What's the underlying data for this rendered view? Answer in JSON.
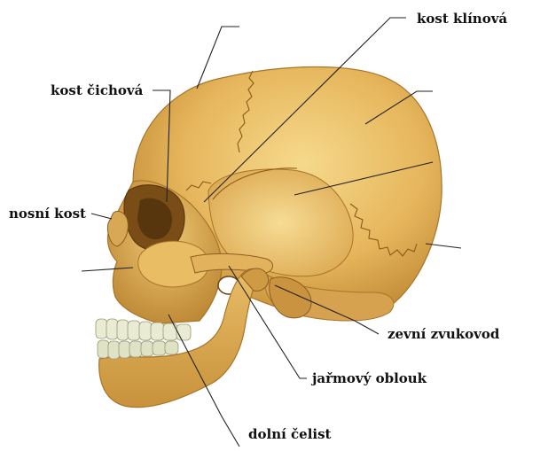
{
  "labels": {
    "sphenoid": "kost klínová",
    "ethmoid": "kost čichová",
    "nasal": "nosní kost",
    "ear_canal": "zevní zvukovod",
    "zygomatic_arch": "jařmový oblouk",
    "mandible": "dolní čelist"
  },
  "colors": {
    "bone": "#e4b45a",
    "bone_light": "#f2cf7e",
    "bone_shadow": "#b3802c",
    "suture": "#8a5a1a",
    "teeth": "#e9ebd2",
    "leader_line": "#222222"
  }
}
